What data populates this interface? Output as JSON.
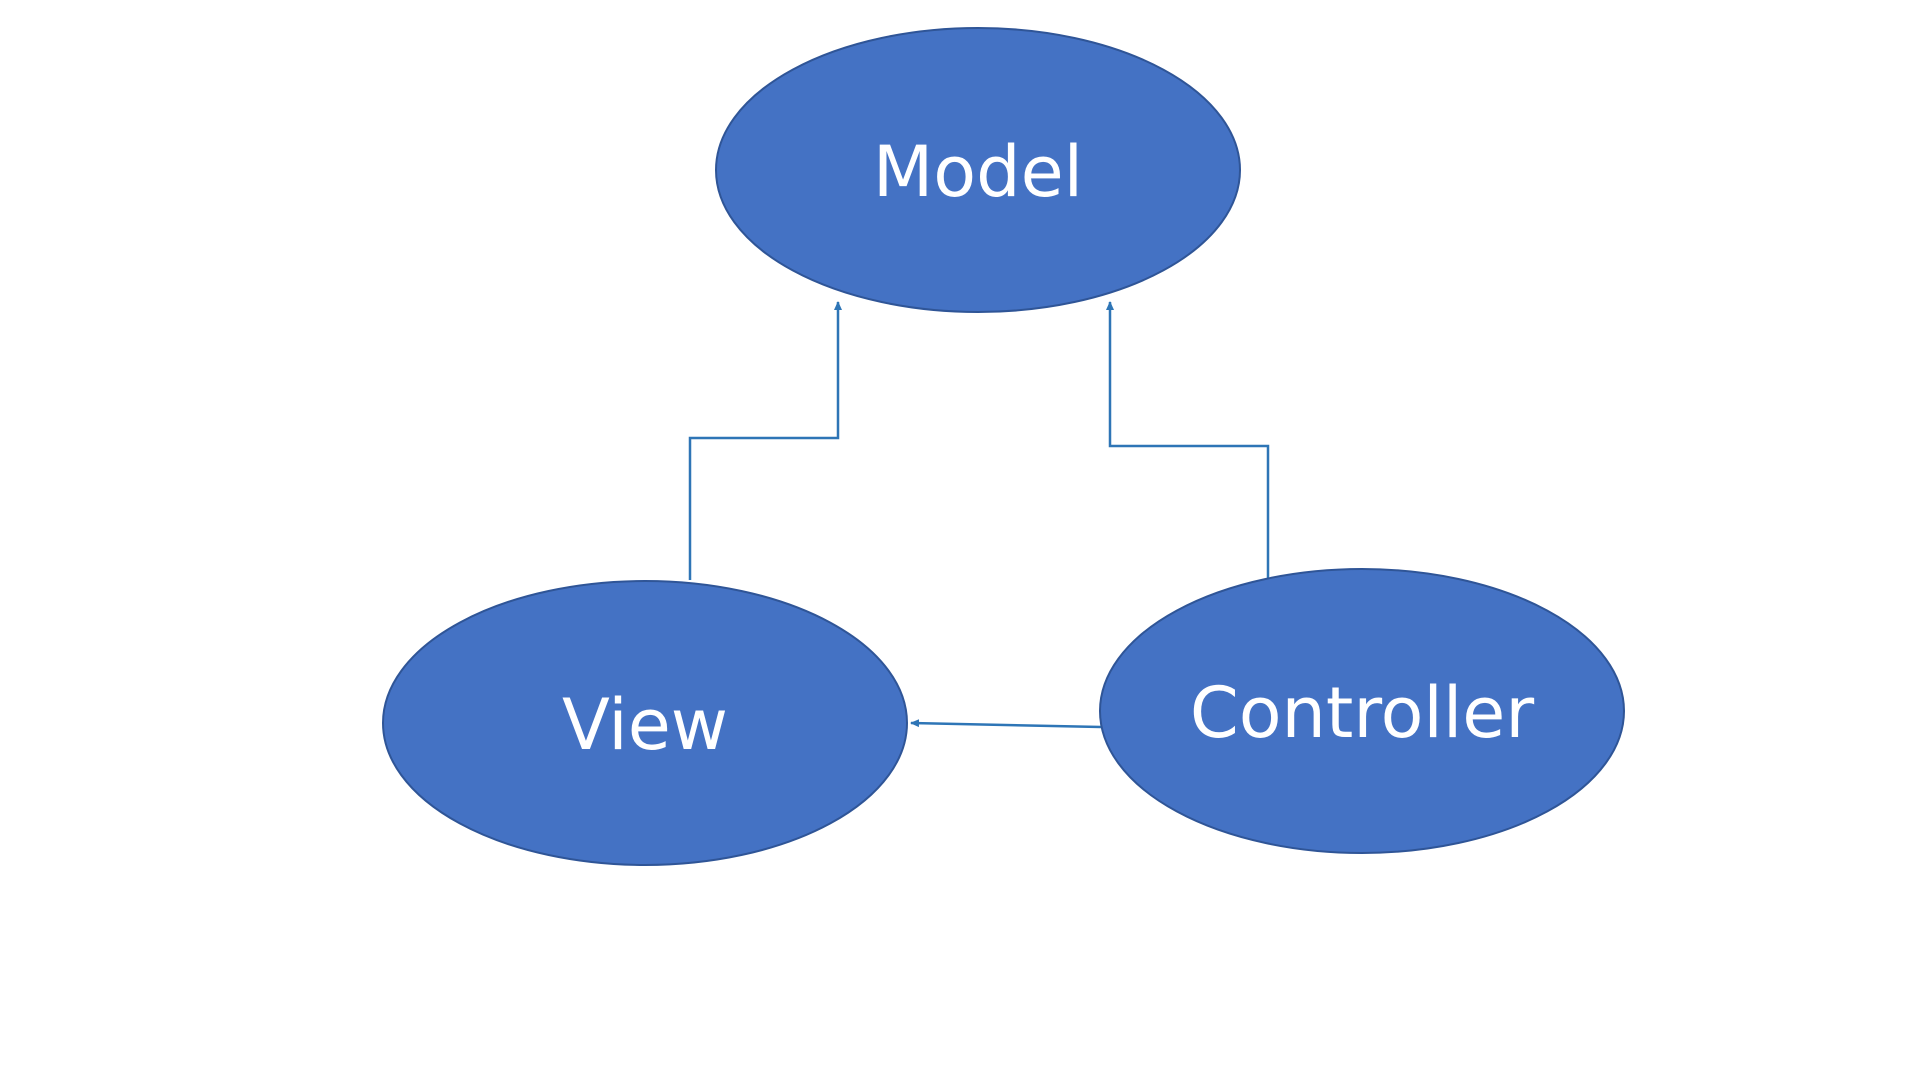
{
  "colors": {
    "node_fill": "#4472C4",
    "node_stroke": "#2F5597",
    "edge": "#2E75B6",
    "label": "#FFFFFF"
  },
  "nodes": {
    "model": {
      "label": "Model"
    },
    "view": {
      "label": "View"
    },
    "controller": {
      "label": "Controller"
    }
  },
  "edges": [
    {
      "from": "View",
      "to": "Model"
    },
    {
      "from": "Controller",
      "to": "Model"
    },
    {
      "from": "Controller",
      "to": "View"
    }
  ]
}
